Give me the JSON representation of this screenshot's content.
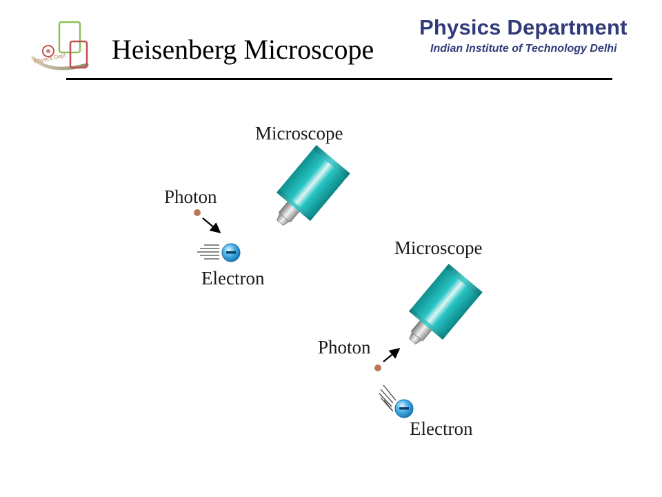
{
  "header": {
    "title": "Heisenberg Microscope",
    "department": "Physics Department",
    "institute": "Indian Institute of Technology Delhi",
    "logo_text": "Physics Dept",
    "brand_color": "#303b78"
  },
  "diagram": {
    "top": {
      "microscope_label": "Microscope",
      "photon_label": "Photon",
      "electron_label": "Electron"
    },
    "bottom": {
      "microscope_label": "Microscope",
      "photon_label": "Photon",
      "electron_label": "Electron"
    },
    "colors": {
      "microscope": "#1fb3b3",
      "photon": "#b87858",
      "electron": "#2a9bd8"
    }
  }
}
